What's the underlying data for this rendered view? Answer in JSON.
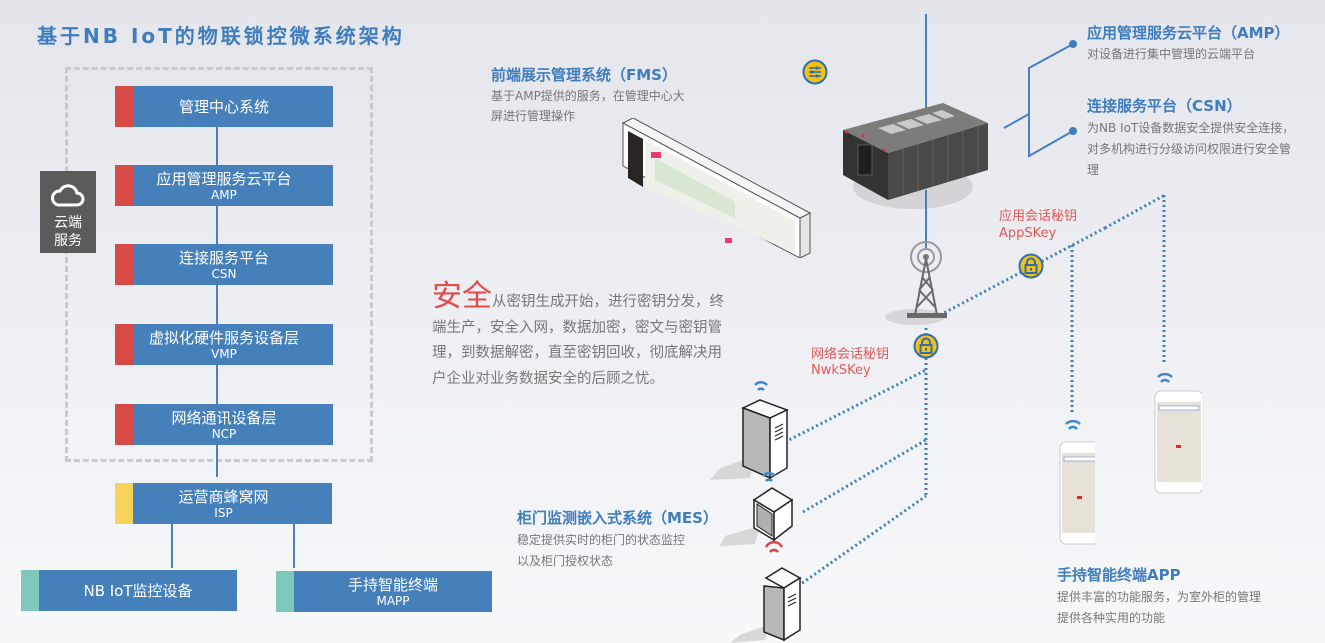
{
  "title": "基于NB IoT的物联锁控微系统架构",
  "cloud_badge": {
    "icon": "cloud-icon",
    "label_line1": "云端",
    "label_line2": "服务"
  },
  "layers": [
    {
      "cn": "管理中心系统",
      "en": "",
      "tag_color": "#d84a45"
    },
    {
      "cn": "应用管理服务云平台",
      "en": "AMP",
      "tag_color": "#d84a45"
    },
    {
      "cn": "连接服务平台",
      "en": "CSN",
      "tag_color": "#d84a45"
    },
    {
      "cn": "虚拟化硬件服务设备层",
      "en": "VMP",
      "tag_color": "#d84a45"
    },
    {
      "cn": "网络通讯设备层",
      "en": "NCP",
      "tag_color": "#d84a45"
    },
    {
      "cn": "运营商蜂窝网",
      "en": "ISP",
      "tag_color": "#f8d35c"
    }
  ],
  "leaves": [
    {
      "cn": "NB IoT监控设备",
      "en": "",
      "tag_color": "#7ec8bc"
    },
    {
      "cn": "手持智能终端",
      "en": "MAPP",
      "tag_color": "#7ec8bc"
    }
  ],
  "fms": {
    "heading": "前端展示管理系统（FMS）",
    "desc_line1": "基于AMP提供的服务，在管理中心大",
    "desc_line2": "屏进行管理操作",
    "icon": "sliders-icon"
  },
  "amp": {
    "heading": "应用管理服务云平台（AMP）",
    "desc": "对设备进行集中管理的云端平台"
  },
  "csn": {
    "heading": "连接服务平台（CSN）",
    "desc_line1": "为NB IoT设备数据安全提供安全连接，",
    "desc_line2": "对多机构进行分级访问权限进行安全管",
    "desc_line3": "理"
  },
  "security": {
    "big": "安全",
    "rest": "从密钥生成开始，进行密钥分发，终端生产，安全入网，数据加密，密文与密钥管理，到数据解密，直至密钥回收，彻底解决用户企业对业务数据安全的后顾之忧。"
  },
  "app_key": {
    "cn": "应用会话秘钥",
    "en": "AppSKey"
  },
  "nwk_key": {
    "cn": "网络会话秘钥",
    "en": "NwkSKey"
  },
  "mes": {
    "heading": "柜门监测嵌入式系统（MES）",
    "desc_line1": "稳定提供实时的柜门的状态监控",
    "desc_line2": "以及柜门授权状态"
  },
  "app": {
    "heading": "手持智能终端APP",
    "desc_line1": "提供丰富的功能服务，为室外柜的管理",
    "desc_line2": "提供各种实用的功能"
  },
  "colors": {
    "accent_blue": "#3f7dbd",
    "layer_blue": "#4580bb",
    "red_tag": "#d84a45",
    "yellow_tag": "#f8d35c",
    "teal_tag": "#7ec8bc",
    "key_red": "#e05858",
    "lock_yellow": "#f4c20e"
  }
}
